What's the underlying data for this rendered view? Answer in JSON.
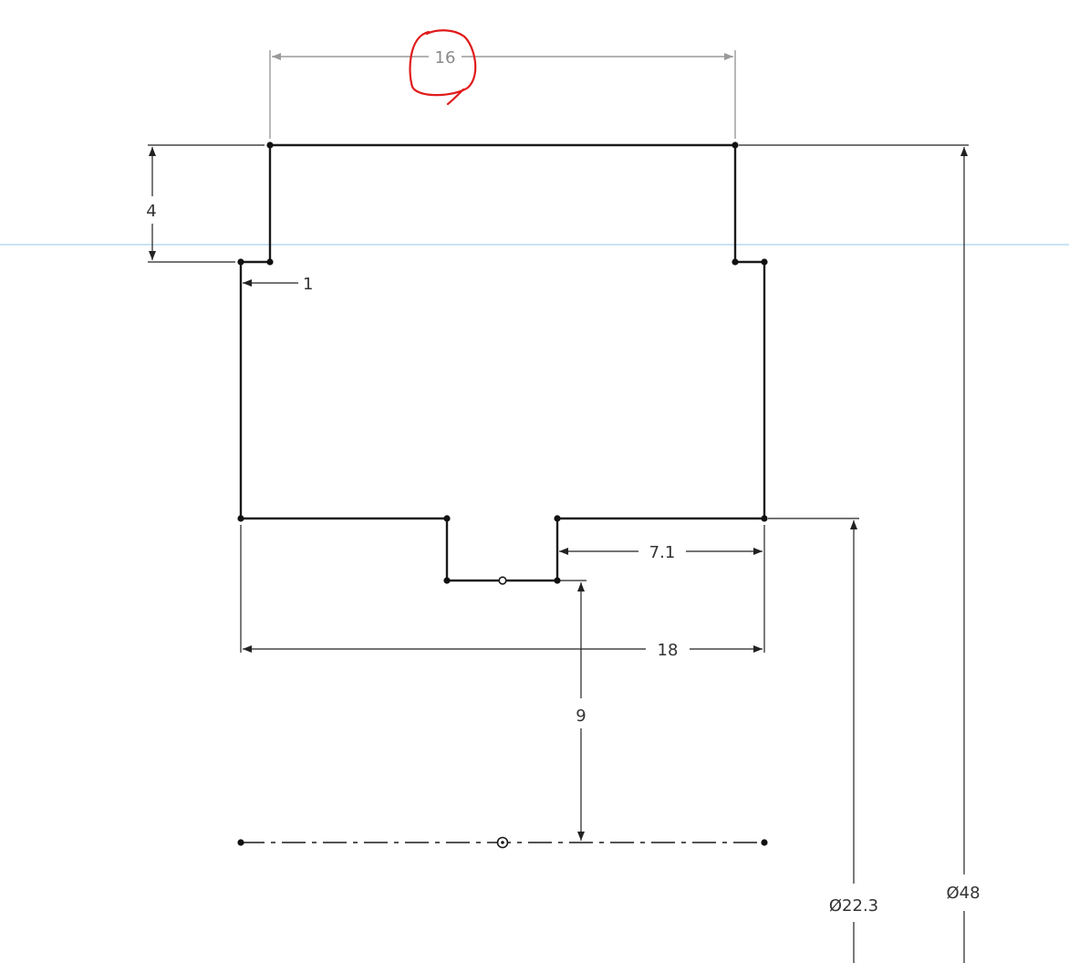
{
  "sketch": {
    "colors": {
      "profile_fill": "#e0e3e7",
      "profile_stroke": "#1a1a1a",
      "dimension_stroke": "#222222",
      "muted_dimension": "#9a9a9a",
      "construction_line": "#a9d3ef",
      "annotation": "#e01b1b"
    },
    "dimensions": {
      "top_width": "16",
      "step_height": "4",
      "step_offset": "1",
      "right_offset": "7.1",
      "bottom_width": "18",
      "axis_distance": "9",
      "inner_diameter": "Ø22.3",
      "outer_diameter": "Ø48"
    },
    "annotation": {
      "type": "hand-drawn circle",
      "target": "top_width"
    }
  }
}
